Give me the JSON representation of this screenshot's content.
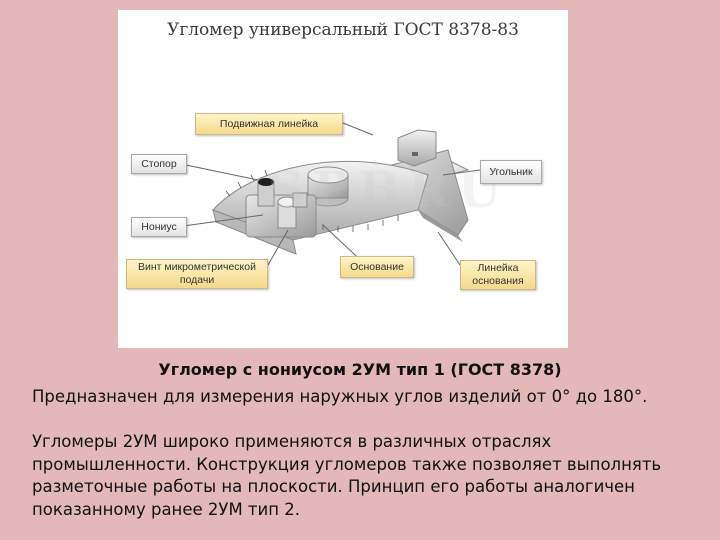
{
  "figure": {
    "title": "Угломер универсальный ГОСТ 8378-83",
    "watermark": "SPBRU",
    "labels": {
      "movable_ruler": "Подвижная линейка",
      "stopper": "Стопор",
      "nonius": "Нониус",
      "micrometric_screw": "Винт микрометрической подачи",
      "base": "Основание",
      "square": "Угольник",
      "base_ruler": "Линейка основания"
    }
  },
  "caption": "Угломер с нониусом 2УМ тип 1 (ГОСТ 8378)",
  "paragraphs": [
    "Предназначен для измерения наружных углов изделий от 0° до 180°.",
    "Угломеры 2УМ широко применяются в различных отраслях промышленности. Конструкция угломеров также позволяет выполнять разметочные работы на плоскости. Принцип его работы аналогичен показанному ранее 2УМ тип 2."
  ]
}
